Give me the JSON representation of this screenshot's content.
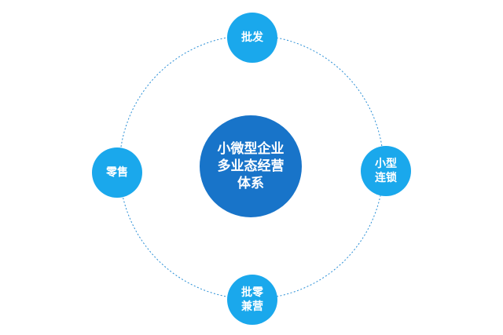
{
  "center": {
    "lines": [
      "小微型企业",
      "多业态经营",
      "体系"
    ],
    "color": "#1874c9"
  },
  "satellites": [
    {
      "id": "top",
      "lines": [
        "批发"
      ]
    },
    {
      "id": "left",
      "lines": [
        "零售"
      ]
    },
    {
      "id": "right",
      "lines": [
        "小型",
        "连锁"
      ]
    },
    {
      "id": "bottom",
      "lines": [
        "批零",
        "兼营"
      ]
    }
  ],
  "colors": {
    "satellite": "#1aa8ec",
    "ring": "#2a8fd6",
    "background": "#ffffff"
  }
}
